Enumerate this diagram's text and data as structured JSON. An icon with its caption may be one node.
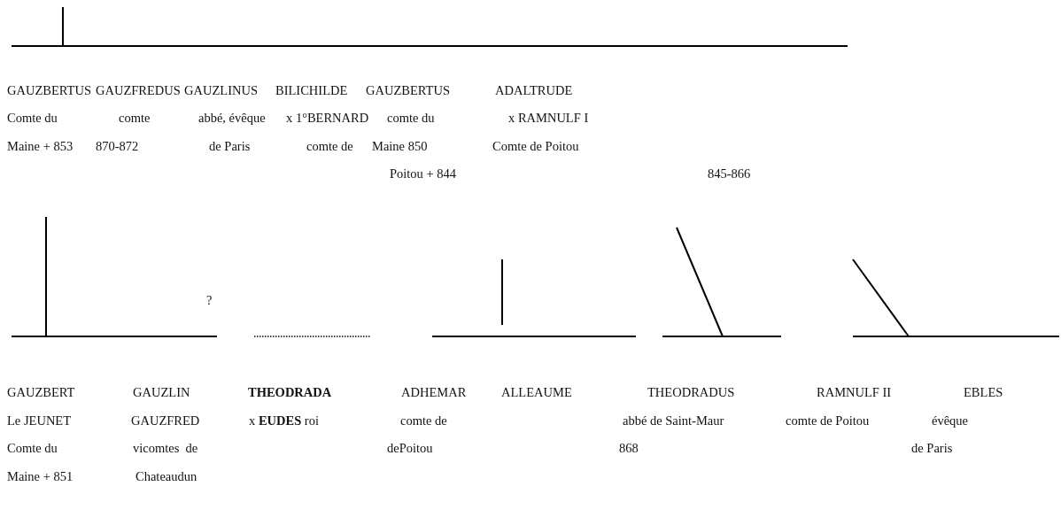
{
  "diagram": {
    "labels": [
      "GAUZBERTUS",
      "GAUZFREDUS",
      "GAUZLINUS",
      "BILICHILDE",
      "GAUZBERTUS",
      "ADALTRUDE",
      "Comte du",
      "comte",
      "abbé, évêque",
      "x 1°BERNARD",
      "comte du",
      "x RAMNULF I",
      "Maine + 853",
      "870-872",
      "de Paris",
      "comte de",
      "Maine 850",
      "Comte de Poitou",
      "Poitou + 844",
      "845-866",
      "?",
      "GAUZBERT",
      "GAUZLIN",
      "THEODRADA",
      "ADHEMAR",
      "ALLEAUME",
      "THEODRADUS",
      "RAMNULF II",
      "EBLES",
      "Le JEUNET",
      "GAUZFRED",
      "x **EUDES** roi",
      "comte de",
      "abbé de Saint-Maur",
      "comte de Poitou",
      "évêque",
      "Comte du",
      "vicomtes  de",
      "dePoitou",
      "868",
      "de Paris",
      "Maine + 851",
      "Chateaudun"
    ]
  }
}
